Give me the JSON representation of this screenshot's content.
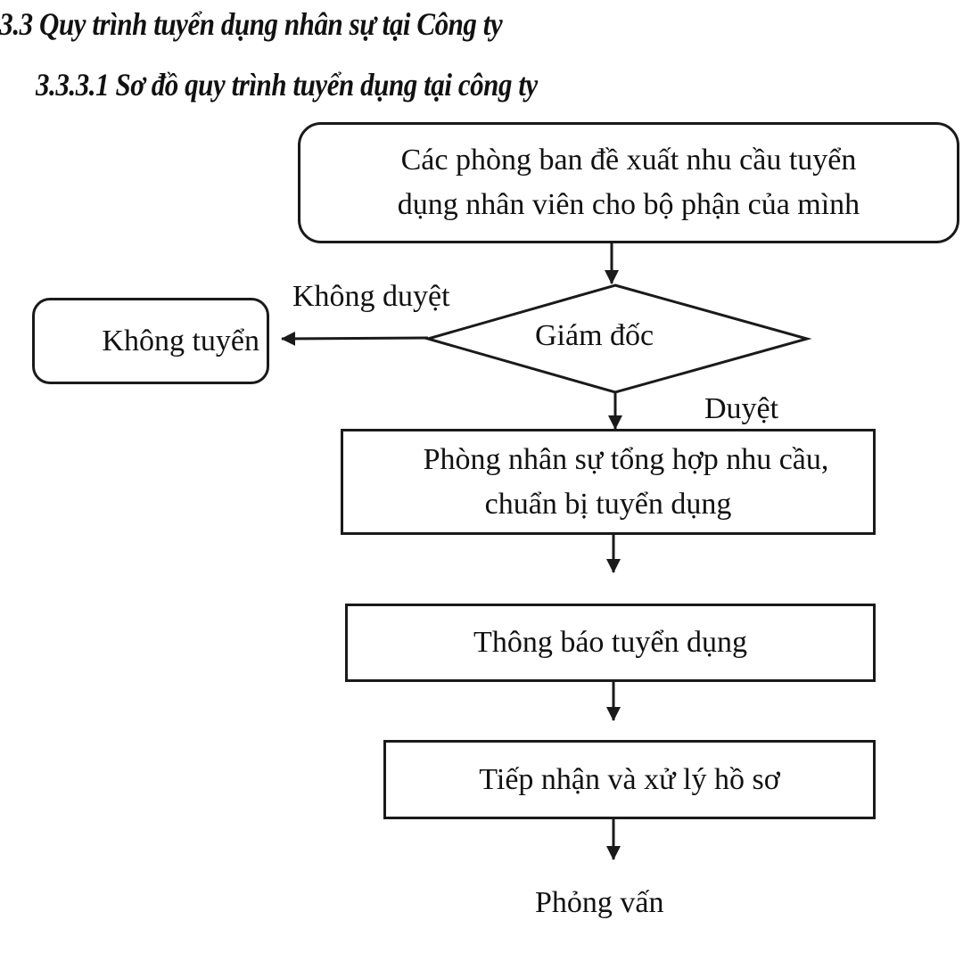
{
  "document": {
    "section_heading": ".3.3 Quy trình tuyển dụng nhân sự tại Công ty",
    "subsection_heading": "3.3.3.1 Sơ đồ quy trình tuyển dụng tại công ty"
  },
  "flowchart": {
    "nodes": [
      {
        "id": "propose",
        "shape": "rounded-rect",
        "line1": "Các phòng ban đề xuất nhu cầu tuyển",
        "line2": "dụng nhân viên cho bộ phận của mình"
      },
      {
        "id": "director",
        "shape": "diamond",
        "label": "Giám đốc"
      },
      {
        "id": "reject",
        "shape": "rounded-rect",
        "label": "Không tuyển"
      },
      {
        "id": "hr",
        "shape": "rect",
        "line1": "Phòng nhân sự tổng hợp nhu cầu,",
        "line2": "chuẩn bị tuyển dụng"
      },
      {
        "id": "announce",
        "shape": "rect",
        "label": "Thông báo tuyển dụng"
      },
      {
        "id": "receive",
        "shape": "rect",
        "label": "Tiếp nhận và xử lý hồ sơ"
      },
      {
        "id": "interview",
        "shape": "text",
        "label": "Phỏng vấn"
      }
    ],
    "edges": [
      {
        "from": "propose",
        "to": "director",
        "label": ""
      },
      {
        "from": "director",
        "to": "reject",
        "label": "Không duyệt"
      },
      {
        "from": "director",
        "to": "hr",
        "label": "Duyệt"
      },
      {
        "from": "hr",
        "to": "announce",
        "label": ""
      },
      {
        "from": "announce",
        "to": "receive",
        "label": ""
      },
      {
        "from": "receive",
        "to": "interview",
        "label": ""
      }
    ],
    "edge_labels": {
      "reject": "Không duyệt",
      "approve": "Duyệt"
    },
    "line_color": "#1a1a1a"
  }
}
